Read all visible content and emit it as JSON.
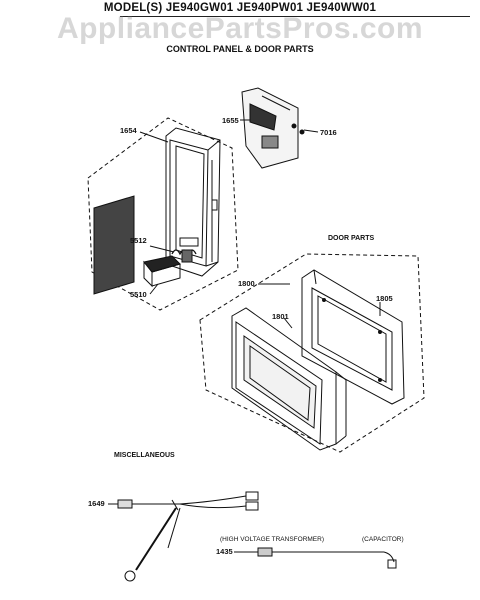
{
  "header": {
    "models": "MODEL(S) JE940GW01  JE940PW01  JE940WW01",
    "watermark": "AppliancePartsPros.com",
    "subtitle": "CONTROL PANEL & DOOR PARTS"
  },
  "sections": {
    "door_parts": "DOOR PARTS",
    "miscellaneous": "MISCELLANEOUS"
  },
  "parts": {
    "p1654": "1654",
    "p1655": "1655",
    "p7016": "7016",
    "p5512": "5512",
    "p5510": "5510",
    "p1800": "1800",
    "p1801": "1801",
    "p1805": "1805",
    "p1649": "1649",
    "p1435": "1435"
  },
  "notes": {
    "hv_transformer": "(HIGH VOLTAGE TRANSFORMER)",
    "capacitor": "(CAPACITOR)"
  }
}
